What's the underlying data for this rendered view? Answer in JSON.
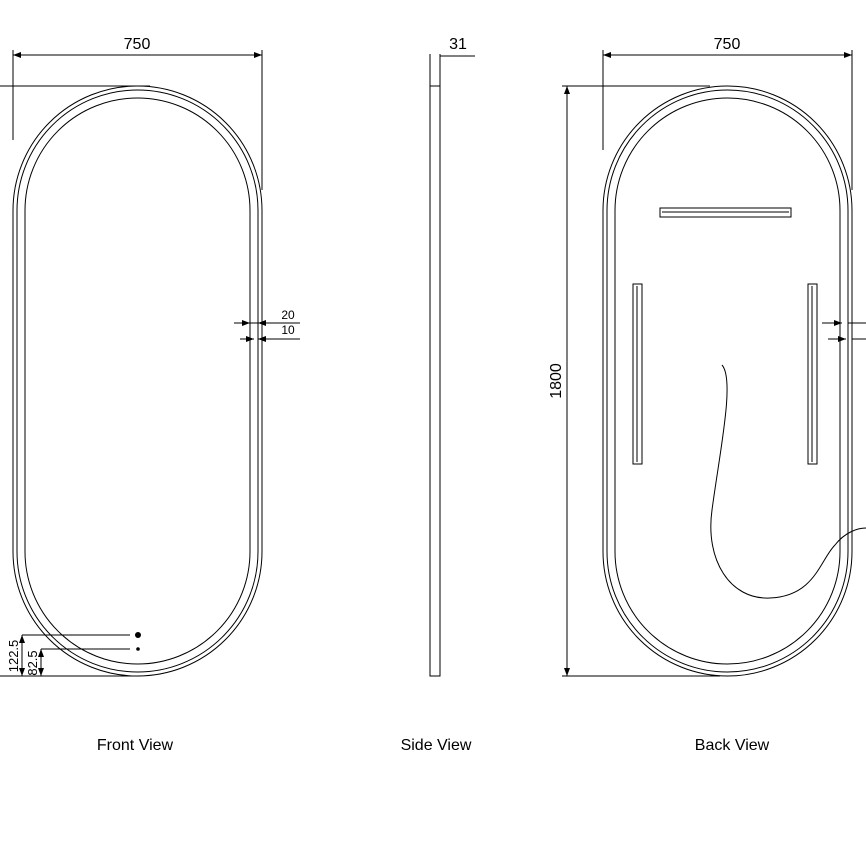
{
  "front": {
    "label": "Front View",
    "width_dim": "750",
    "frame_dim": "20",
    "glass_dim": "10",
    "sensor_high_dim": "122.5",
    "sensor_low_dim": "82.5"
  },
  "side": {
    "label": "Side View",
    "depth_dim": "31"
  },
  "back": {
    "label": "Back View",
    "width_dim": "750",
    "height_dim": "1800"
  }
}
